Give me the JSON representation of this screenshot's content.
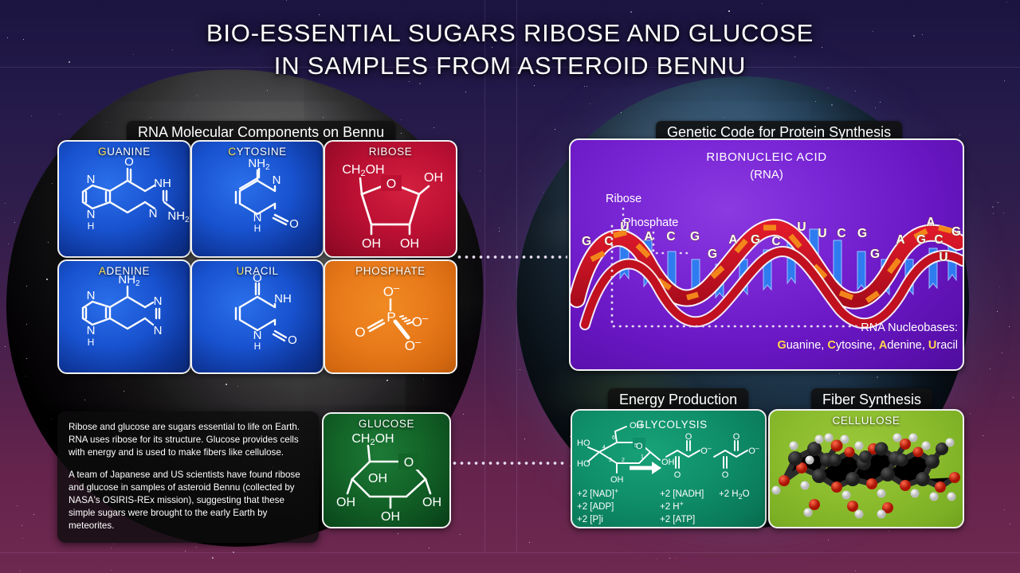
{
  "title": {
    "line1": "BIO-ESSENTIAL SUGARS RIBOSE AND GLUCOSE",
    "line2": "IN SAMPLES FROM ASTEROID BENNU"
  },
  "section_headers": {
    "rna_components": "RNA Molecular Components on Bennu",
    "genetic_code": "Genetic Code for Protein Synthesis",
    "energy_production": "Energy Production",
    "fiber_synthesis": "Fiber Synthesis"
  },
  "molecule_cards": [
    {
      "name": "guanine",
      "title": "Guanine",
      "highlight": "G",
      "rest": "uanine",
      "color": "#1852cf",
      "theme": "blue"
    },
    {
      "name": "cytosine",
      "title": "Cytosine",
      "highlight": "C",
      "rest": "ytosine",
      "color": "#1852cf",
      "theme": "blue"
    },
    {
      "name": "ribose",
      "title": "Ribose",
      "highlight": "",
      "rest": "Ribose",
      "color": "#bc1033",
      "theme": "red"
    },
    {
      "name": "adenine",
      "title": "Adenine",
      "highlight": "A",
      "rest": "denine",
      "color": "#1852cf",
      "theme": "blue"
    },
    {
      "name": "uracil",
      "title": "Uracil",
      "highlight": "U",
      "rest": "racil",
      "color": "#1852cf",
      "theme": "blue"
    },
    {
      "name": "phosphate",
      "title": "Phosphate",
      "highlight": "",
      "rest": "Phosphate",
      "color": "#e8791a",
      "theme": "orange"
    },
    {
      "name": "glucose",
      "title": "Glucose",
      "highlight": "",
      "rest": "Glucose",
      "color": "#136428",
      "theme": "green"
    }
  ],
  "molecule_atoms": {
    "guanine": [
      "O",
      "N",
      "NH",
      "N",
      "H",
      "N",
      "NH2"
    ],
    "cytosine": [
      "NH2",
      "N",
      "O",
      "N",
      "H"
    ],
    "ribose": [
      "CH2OH",
      "OH",
      "O",
      "OH",
      "OH"
    ],
    "adenine": [
      "NH2",
      "N",
      "N",
      "N",
      "N",
      "H"
    ],
    "uracil": [
      "O",
      "NH",
      "O",
      "N",
      "H"
    ],
    "phosphate": [
      "O⁻",
      "P",
      "O",
      "O⁻",
      "O⁻"
    ],
    "glucose": [
      "CH2OH",
      "O",
      "OH",
      "OH",
      "OH",
      "OH"
    ]
  },
  "info_text": {
    "paragraph1": "Ribose and glucose are sugars essential to life on Earth. RNA uses ribose for its structure. Glucose provides cells with energy and is used to make fibers like cellulose.",
    "paragraph2": "A team of Japanese and US scientists have found ribose and glucose in samples of asteroid Bennu (collected by NASA's OSIRIS-REx mission), suggesting that these simple sugars were brought to the early Earth by meteorites."
  },
  "rna_panel": {
    "title_line1": "Ribonucleic Acid",
    "title_line2": "(RNA)",
    "callout_ribose": "Ribose",
    "callout_phosphate": "Phosphate",
    "legend_label": "RNA Nucleobases:",
    "legend_bases": [
      {
        "initial": "G",
        "rest": "uanine,"
      },
      {
        "initial": "C",
        "rest": "ytosine,"
      },
      {
        "initial": "A",
        "rest": "denine,"
      },
      {
        "initial": "U",
        "rest": "racil"
      }
    ],
    "sequence_upper": [
      "U",
      "A",
      "C",
      "G",
      "U",
      "U",
      "C",
      "G",
      "A"
    ],
    "sequence_lower": [
      "G",
      "C",
      "G",
      "A",
      "G",
      "C",
      "G",
      "A",
      "G",
      "C",
      "U",
      "G"
    ],
    "colors": {
      "backbone_red": "#cf1122",
      "backbone_orange": "#f07818",
      "base_blue": "#1a63d8",
      "letter_yellow": "#ffd84d",
      "panel_purple": "#6a17c4"
    }
  },
  "glycolysis_panel": {
    "title": "Glycolysis",
    "glucose_labels": [
      "OH",
      "HO",
      "HO",
      "OH",
      "OH",
      "O"
    ],
    "glucose_numbers": [
      "6",
      "5",
      "4",
      "3",
      "2",
      "1"
    ],
    "pyruvate_labels": [
      "O",
      "O",
      "O⁻",
      "O",
      "O",
      "O⁻"
    ],
    "reactants": [
      "+2 [NAD]⁺",
      "+2 [ADP]",
      "+2 [P]i"
    ],
    "products_col1": [
      "+2 [NADH]",
      "+2 H⁺",
      "+2 [ATP]"
    ],
    "products_col2": [
      "+2 H₂O"
    ]
  },
  "cellulose_panel": {
    "title": "Cellulose",
    "atom_colors": {
      "carbon": "#2b2b2b",
      "oxygen": "#cc2010",
      "hydrogen": "#e8e8e8"
    }
  },
  "theme": {
    "background_top": "#1b1440",
    "background_bottom": "#6e2950",
    "card_border": "#f2f2f2",
    "header_bg": "#121212",
    "highlight_yellow": "#ffe14d"
  }
}
